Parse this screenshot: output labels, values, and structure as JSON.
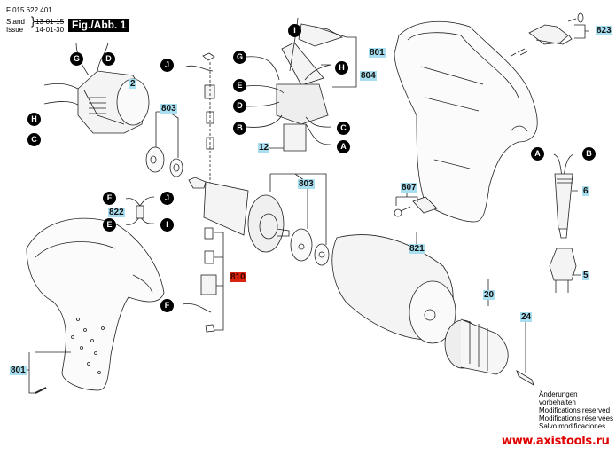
{
  "header": {
    "part_number": "F 015 622 401",
    "stand_label": "Stand",
    "issue_label": "Issue",
    "stand_date": "13-01-15",
    "issue_date": "14-01-30",
    "figure_label": "Fig./Abb. 1"
  },
  "part_labels": {
    "p2": "2",
    "p803a": "803",
    "p803b": "803",
    "p804": "804",
    "p12": "12",
    "p801a": "801",
    "p801b": "801",
    "p823": "823",
    "p807": "807",
    "p6": "6",
    "p5": "5",
    "p822": "822",
    "p810": "810",
    "p821": "821",
    "p20": "20",
    "p24": "24"
  },
  "connectors": {
    "motor_G": "G",
    "motor_D": "D",
    "motor_H": "H",
    "motor_C": "C",
    "brush_J": "J",
    "switch_I": "I",
    "switch_G": "G",
    "switch_H": "H",
    "switch_E": "E",
    "switch_D": "D",
    "switch_B": "B",
    "switch_C": "C",
    "switch_A": "A",
    "link_F": "F",
    "link_J": "J",
    "link_E": "E",
    "link_I": "I",
    "brush_F": "F",
    "cord_A": "A",
    "cord_B": "B"
  },
  "notes": [
    "Änderungen vorbehalten",
    "Modifications reserved",
    "Modifications réservées",
    "Salvo modificaciones"
  ],
  "watermark": "www.axistools.ru",
  "colors": {
    "label_bg": "#a8dff0",
    "highlight_label_bg": "#d9230f",
    "watermark": "#e10000"
  }
}
